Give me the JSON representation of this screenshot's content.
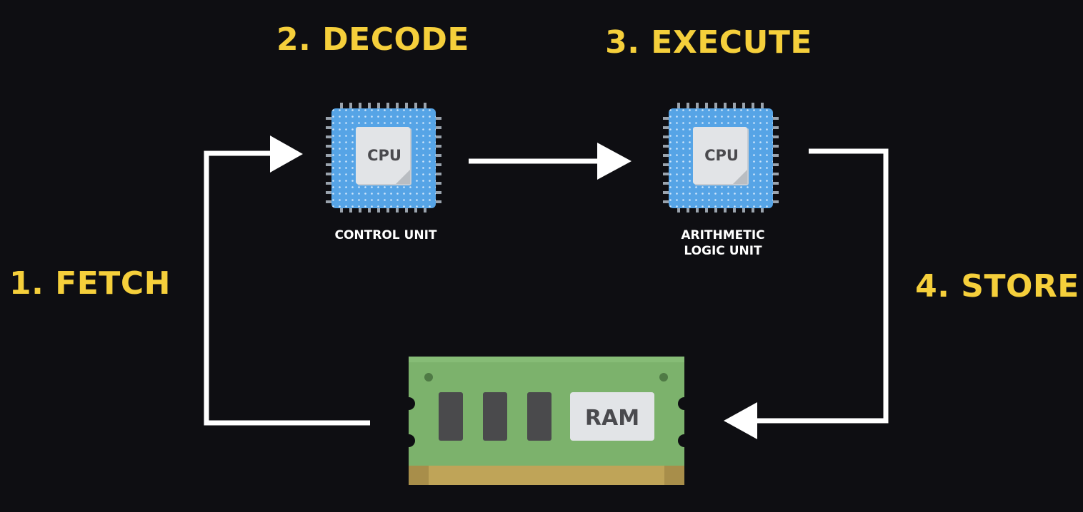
{
  "steps": {
    "fetch": "1. FETCH",
    "decode": "2. DECODE",
    "execute": "3. EXECUTE",
    "store": "4. STORE"
  },
  "control_unit": {
    "chip_label": "CPU",
    "caption": "CONTROL UNIT"
  },
  "alu": {
    "chip_label": "CPU",
    "caption_line1": "ARITHMETIC",
    "caption_line2": "LOGIC UNIT"
  },
  "ram": {
    "label": "RAM"
  },
  "colors": {
    "background": "#0e0e12",
    "step_text": "#f5cf3b",
    "arrow": "#ffffff",
    "chip_blue": "#56a4e6",
    "chip_pin": "#9aa3ad",
    "chip_die": "#e2e4e7",
    "ram_green": "#7cb26c",
    "ram_gold": "#bfa458",
    "ram_chip": "#4a4a4c"
  }
}
